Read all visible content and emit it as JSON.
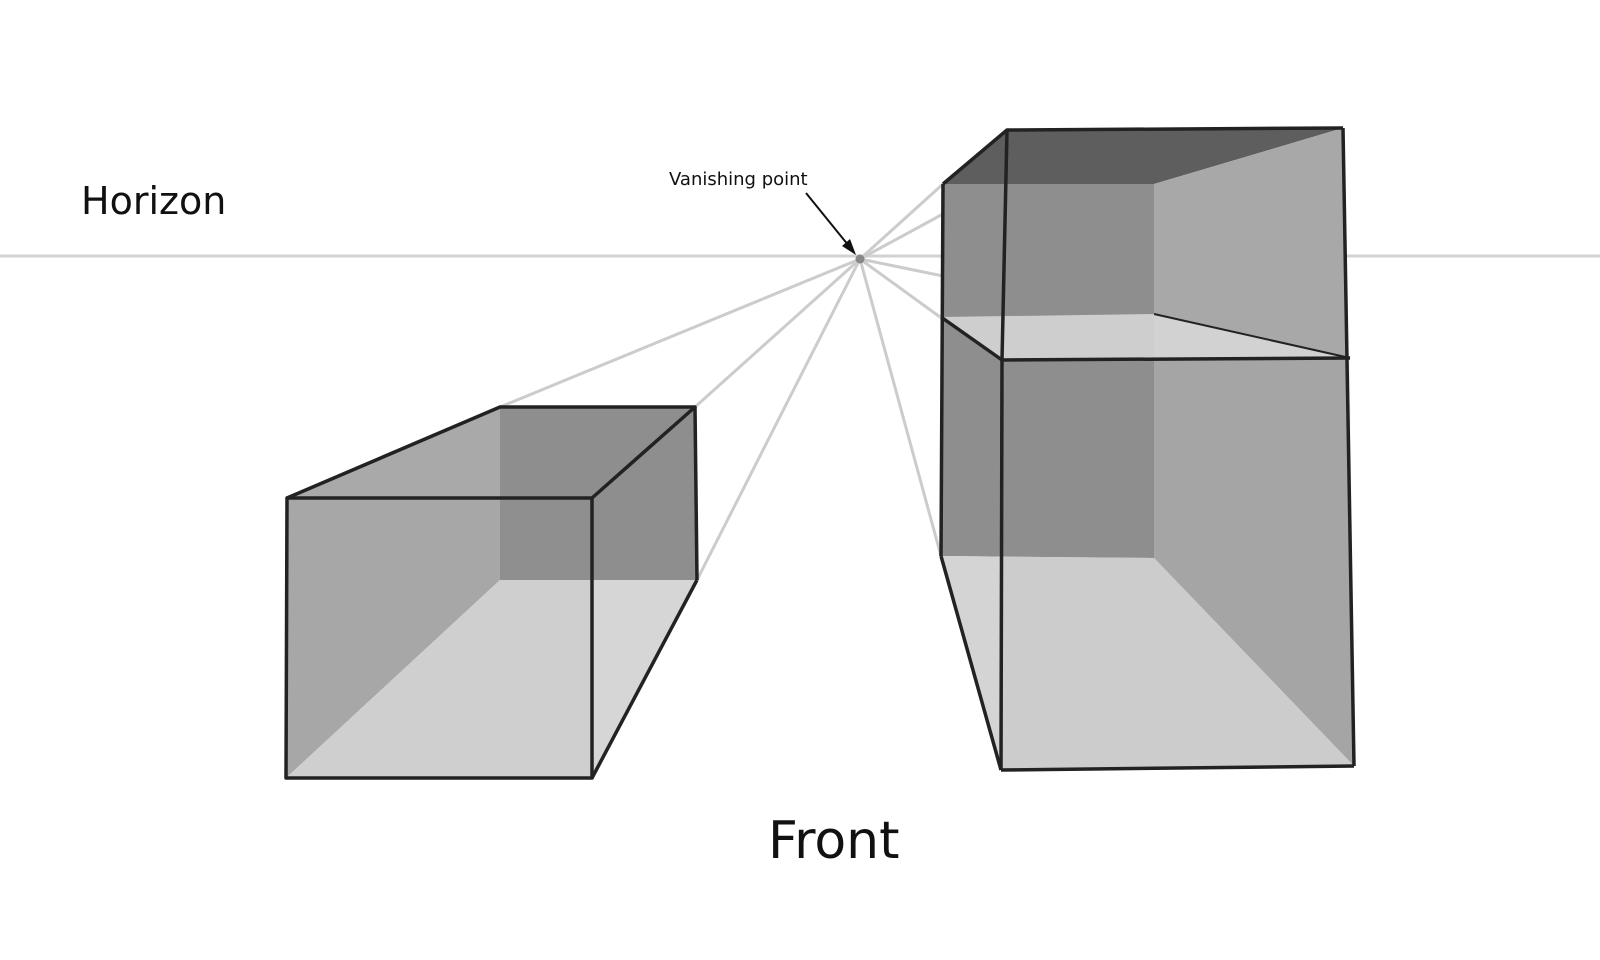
{
  "labels": {
    "horizon": "Horizon",
    "vanishing_point": "Vanishing point",
    "front": "Front"
  },
  "colors": {
    "guide_line": "#cccccc",
    "edge": "#222222",
    "floor_face": "#d6d6d6",
    "side_face": "#aaaaaa",
    "back_face": "#8e8e8e",
    "top_face": "#5e5e5e",
    "open_face": "#9a9a9a"
  }
}
